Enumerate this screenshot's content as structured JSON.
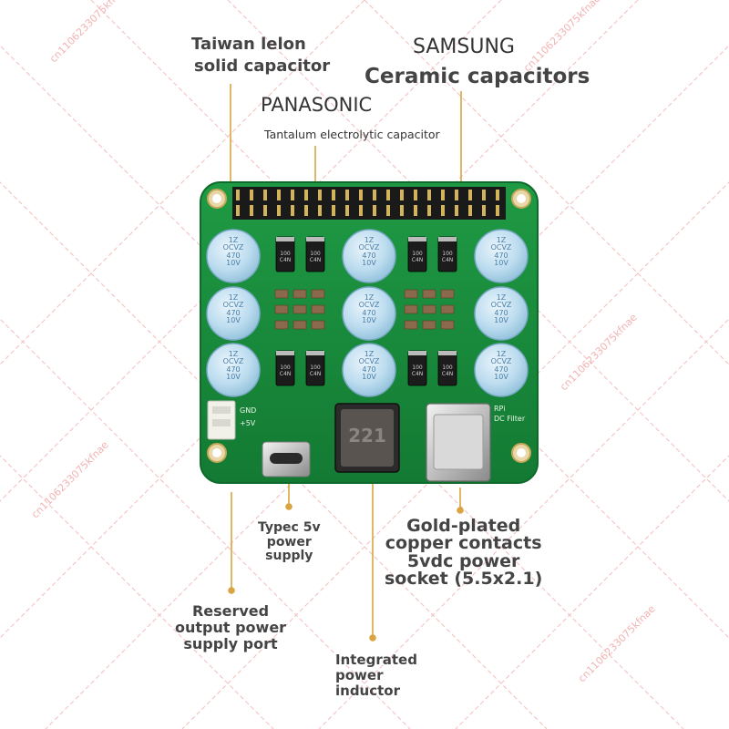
{
  "labels": {
    "taiwan_line1": "Taiwan lelon",
    "taiwan_line2": "solid capacitor",
    "samsung": "SAMSUNG",
    "ceramic": "Ceramic capacitors",
    "panasonic": "PANASONIC",
    "tantalum": "Tantalum electrolytic capacitor",
    "typec_line1": "Typec 5v",
    "typec_line2": "power",
    "typec_line3": "supply",
    "gold_line1": "Gold-plated",
    "gold_line2": "copper contacts",
    "gold_line3": "5vdc power",
    "gold_line4": "socket (5.5x2.1)",
    "reserved_line1": "Reserved",
    "reserved_line2": "output power",
    "reserved_line3": "supply port",
    "inductor_line1": "Integrated",
    "inductor_line2": "power",
    "inductor_line3": "inductor"
  },
  "board": {
    "silk_gnd": "GND",
    "silk_5v": "+5V",
    "silk_rpi": "RPi",
    "silk_filter": "DC Filter",
    "inductor_code": "221",
    "cap_lines": [
      "1Z",
      "OCVZ",
      "470",
      "10V"
    ],
    "tant_code_1": "100",
    "tant_code_2": "C4N"
  },
  "watermark": "cn1106233075kfnae",
  "colors": {
    "pcb": "#1a8c3c",
    "pcb_dark": "#0e6a2a",
    "cap_body": "#b8d8ec",
    "label_text": "#444444",
    "leader_line": "#d9a441"
  }
}
